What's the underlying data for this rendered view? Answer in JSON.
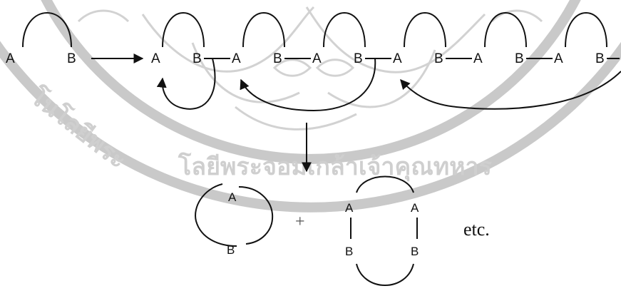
{
  "watermark": {
    "text": "โลยีพระจอมเกล้าเจ้าคุณทหาร",
    "color": "#c9c9c9"
  },
  "diagram": {
    "left_unit": {
      "a": "A",
      "b": "B"
    },
    "chain": [
      {
        "a": "A",
        "b": "B"
      },
      {
        "a": "A",
        "b": "B"
      },
      {
        "a": "A",
        "b": "B"
      },
      {
        "a": "A",
        "b": "B"
      },
      {
        "a": "A",
        "b": "B"
      },
      {
        "a": "A",
        "b": "B"
      }
    ],
    "ring_small": {
      "a": "A",
      "b": "B"
    },
    "ring_large": {
      "a1": "A",
      "a2": "A",
      "b1": "B",
      "b2": "B"
    },
    "plus_sign": "+",
    "etc_text": "etc."
  }
}
